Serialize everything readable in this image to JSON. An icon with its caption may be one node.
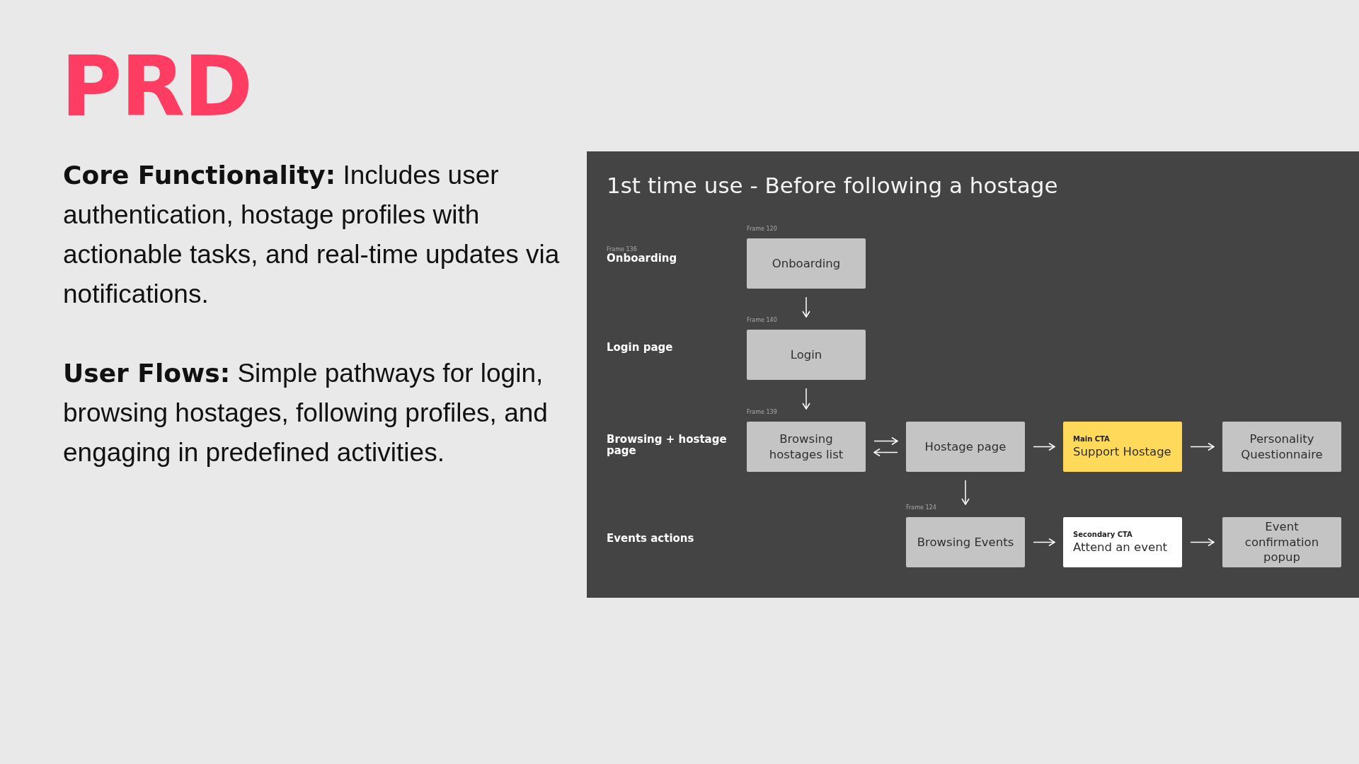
{
  "diagram": {
    "title": "PRD",
    "nodes": [
      {
        "text": [
          "1st time use - Before following a hostage"
        ]
      },
      {
        "text": [
          "Onboarding"
        ],
        "in": 0,
        "beside": [
          "Frame 120"
        ]
      },
      {
        "text": [
          "Login"
        ],
        "in": 0,
        "beside": [
          "Frame 140"
        ]
      },
      {
        "text": [
          "Browsing hostages list"
        ],
        "in": 0,
        "beside": [
          "Frame 139"
        ]
      },
      {
        "text": [
          "Hostage page"
        ],
        "in": 0
      },
      {
        "text": [
          "Main CTA",
          "Support Hostage"
        ],
        "in": 0
      },
      {
        "text": [
          "Personality Questionnaire"
        ],
        "in": 0
      },
      {
        "text": [
          "Browsing Events"
        ],
        "in": 0,
        "beside": [
          "Frame 124"
        ]
      },
      {
        "text": [
          "Secondary CTA",
          "Attend an event"
        ],
        "in": 0
      },
      {
        "text": [
          "Event confirmation popup"
        ],
        "in": 0
      }
    ],
    "edges": [
      {
        "from": 1,
        "to": 2,
        "arrow": "to"
      },
      {
        "from": 2,
        "to": 3,
        "arrow": "to"
      },
      {
        "from": 3,
        "to": 4,
        "arrow": "to"
      },
      {
        "from": 4,
        "to": 3,
        "arrow": "to"
      },
      {
        "from": 4,
        "to": 5,
        "arrow": "to"
      },
      {
        "from": 5,
        "to": 6,
        "arrow": "to"
      },
      {
        "from": 4,
        "to": 7,
        "arrow": "to"
      },
      {
        "from": 7,
        "to": 8,
        "arrow": "to"
      },
      {
        "from": 8,
        "to": 9,
        "arrow": "to"
      }
    ],
    "labels": [
      "**Core Functionality:** Includes user authentication, hostage profiles with actionable tasks, and real-time updates via notifications.",
      "**User Flows:** Simple pathways for login, browsing hostages, following profiles, and engaging in predefined activities.",
      "Frame 136",
      "Onboarding",
      "Login page",
      "Browsing + hostage page",
      "Events actions"
    ]
  }
}
